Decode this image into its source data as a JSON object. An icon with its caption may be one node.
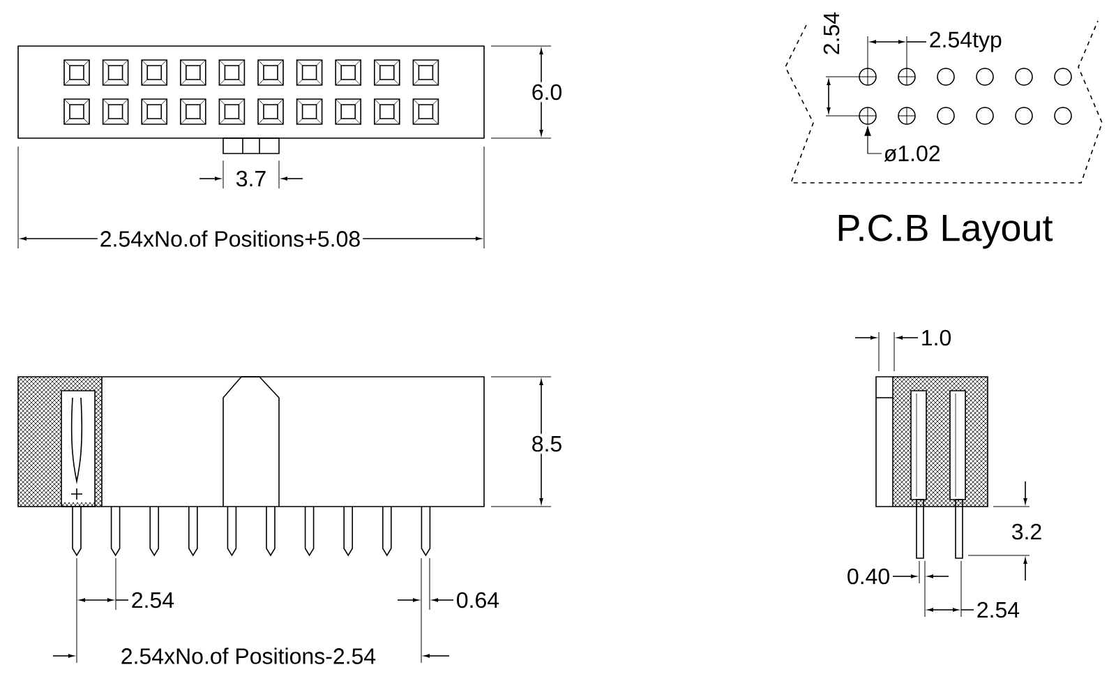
{
  "diagram": {
    "nodes": [
      {
        "text": [
          "ø1.02"
        ]
      },
      {
        "text": [],
        "shape": "circle"
      }
    ],
    "edges": [
      {
        "from": 0,
        "to": 1,
        "arrow": "to"
      }
    ],
    "labels": [
      "6.0",
      "3.7",
      "2.54xNo.of Positions+5.08",
      "2.54",
      "2.54typ",
      "P.C.B Layout",
      "1.0",
      "8.5",
      "3.2",
      "2.54",
      "0.64",
      "0.40",
      "2.54",
      "2.54xNo.of Positions-2.54"
    ]
  }
}
